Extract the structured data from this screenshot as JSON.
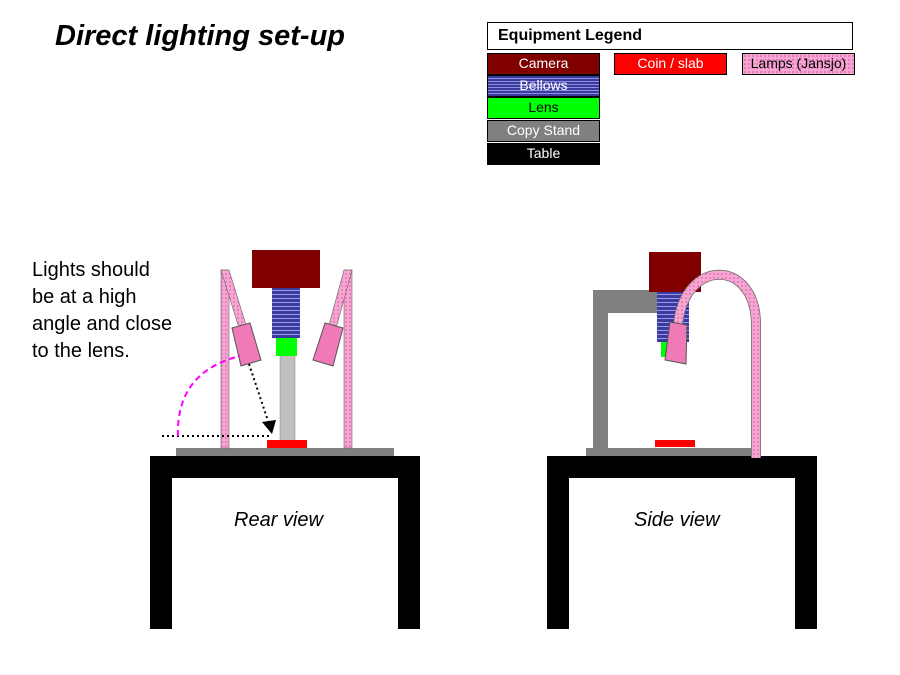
{
  "title": "Direct lighting set-up",
  "legend": {
    "header": "Equipment Legend",
    "camera": "Camera",
    "bellows": "Bellows",
    "lens": "Lens",
    "copy_stand": "Copy Stand",
    "table": "Table",
    "coin": "Coin / slab",
    "lamps": "Lamps (Jansjo)"
  },
  "note": {
    "line1": "Lights should",
    "line2": "be at a high",
    "line3": "angle and close",
    "line4": "to the lens."
  },
  "views": {
    "rear": "Rear view",
    "side": "Side view"
  },
  "colors": {
    "camera": "#800000",
    "bellows": "#3a3aa0",
    "lens": "#00ff00",
    "copy_stand": "#808080",
    "table": "#000000",
    "coin": "#ff0000",
    "lamps": "#f7a6d3",
    "angle_arc": "#ff00ff"
  }
}
